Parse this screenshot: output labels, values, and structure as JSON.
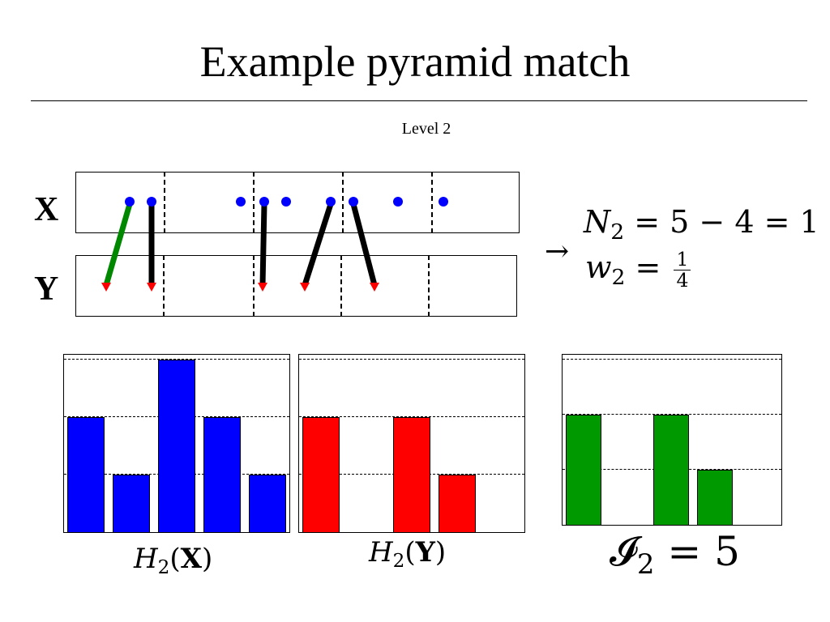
{
  "title": "Example pyramid match",
  "level_label": "Level 2",
  "x_label": "X",
  "y_label": "Y",
  "equations": {
    "n_lhs": "N",
    "n_sub": "2",
    "n_rhs": " = 5 − 4 = 1",
    "w_lhs": "w",
    "w_sub": "2",
    "w_eq": " = ",
    "w_num": "1",
    "w_den": "4"
  },
  "arrow_glyph": "→",
  "colors": {
    "x_points": "#0000ff",
    "matched_line": "#000000",
    "green_line": "#008800",
    "y_marker": "#ff0000",
    "hist_x": "#0000ff",
    "hist_y": "#ff0000",
    "hist_i": "#009900"
  },
  "labels": {
    "hx_func": "H",
    "hx_sub": "2",
    "hx_arg": "X",
    "hy_func": "H",
    "hy_sub": "2",
    "hy_arg": "Y",
    "i_func": "𝓘",
    "i_sub": "2",
    "i_rhs": " = 5"
  },
  "chart_data": [
    {
      "type": "bar",
      "title": "",
      "series": [
        {
          "values": [
            2,
            1,
            3,
            2,
            1
          ]
        }
      ],
      "ylim": [
        0,
        3
      ]
    },
    {
      "type": "bar",
      "title": "",
      "series": [
        {
          "values": [
            2,
            0,
            2,
            1,
            0
          ]
        }
      ],
      "ylim": [
        0,
        3
      ]
    },
    {
      "type": "bar",
      "title": "",
      "series": [
        {
          "values": [
            2,
            0,
            2,
            1,
            0
          ]
        }
      ],
      "ylim": [
        0,
        3
      ]
    }
  ]
}
